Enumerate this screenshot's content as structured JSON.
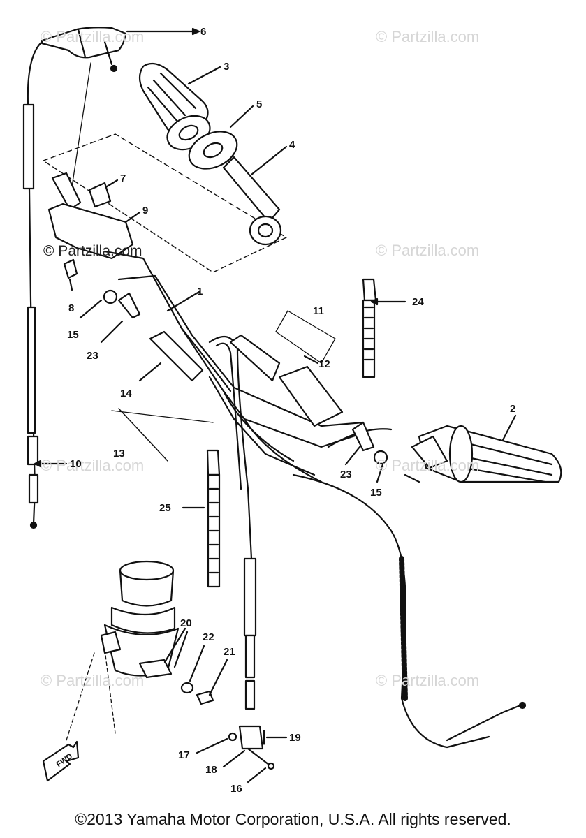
{
  "watermark": "© Partzilla.com",
  "watermark_dark": "© Partzilla.com",
  "fwd_label": "FWD",
  "labels": {
    "p1": "1",
    "p2": "2",
    "p3": "3",
    "p4": "4",
    "p5": "5",
    "p6": "6",
    "p7": "7",
    "p8": "8",
    "p9": "9",
    "p10": "10",
    "p11": "11",
    "p12": "12",
    "p13": "13",
    "p14": "14",
    "p15a": "15",
    "p15b": "15",
    "p16": "16",
    "p17": "17",
    "p18": "18",
    "p19": "19",
    "p20": "20",
    "p21": "21",
    "p22": "22",
    "p23a": "23",
    "p23b": "23",
    "p24": "24",
    "p25": "25"
  },
  "footer": "©2013  Yamaha Motor Corporation, U.S.A. All rights reserved."
}
